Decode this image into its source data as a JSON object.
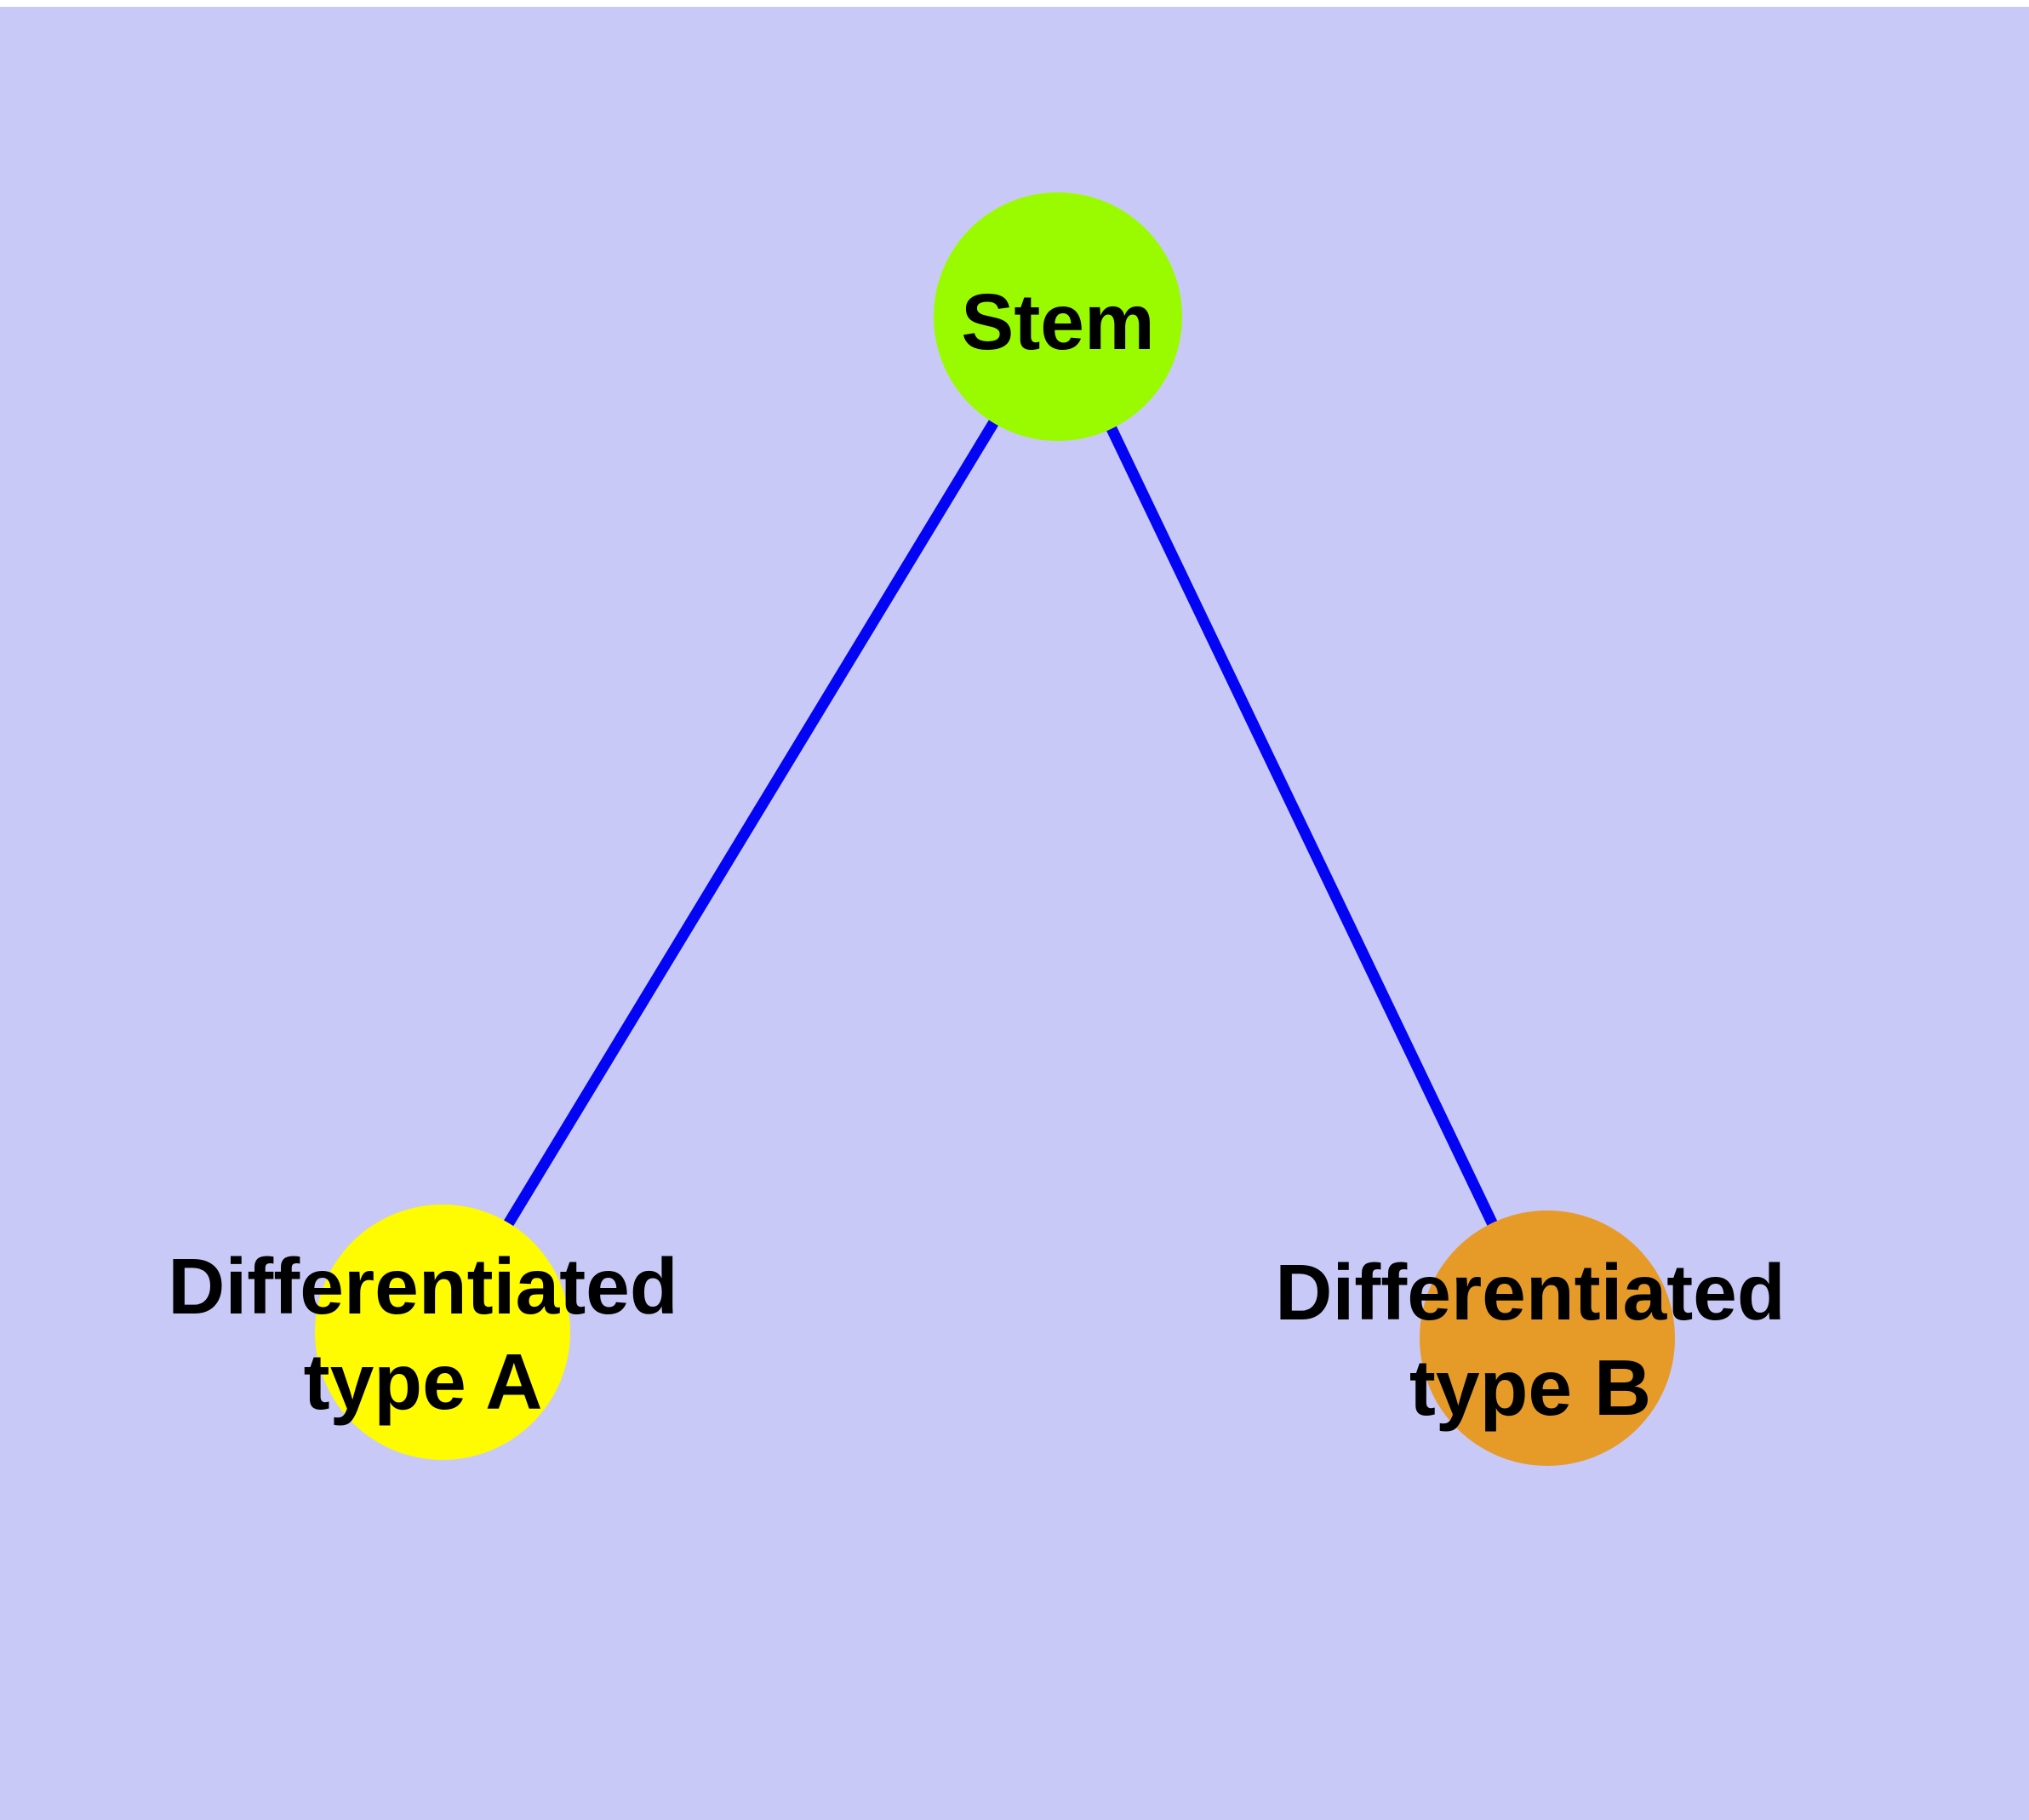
{
  "diagram": {
    "background_color": "#C9C9F8",
    "top_strip_color": "#FFFFFF",
    "edge_color": "#0404F4",
    "node_border_color": "#7E7E7E",
    "label_text_color": "#000000",
    "nodes": {
      "stem": {
        "label": "Stem",
        "fill": "#9AFB00"
      },
      "type_a": {
        "label_line1": "Differentiated",
        "label_line2": "type A",
        "fill": "#FFFB00"
      },
      "type_b": {
        "label_line1": "Differentiated",
        "label_line2": "type B",
        "fill": "#E69A28"
      }
    },
    "edges": [
      {
        "from": "Stem",
        "to": "Differentiated type A"
      },
      {
        "from": "Stem",
        "to": "Differentiated type B"
      }
    ]
  }
}
